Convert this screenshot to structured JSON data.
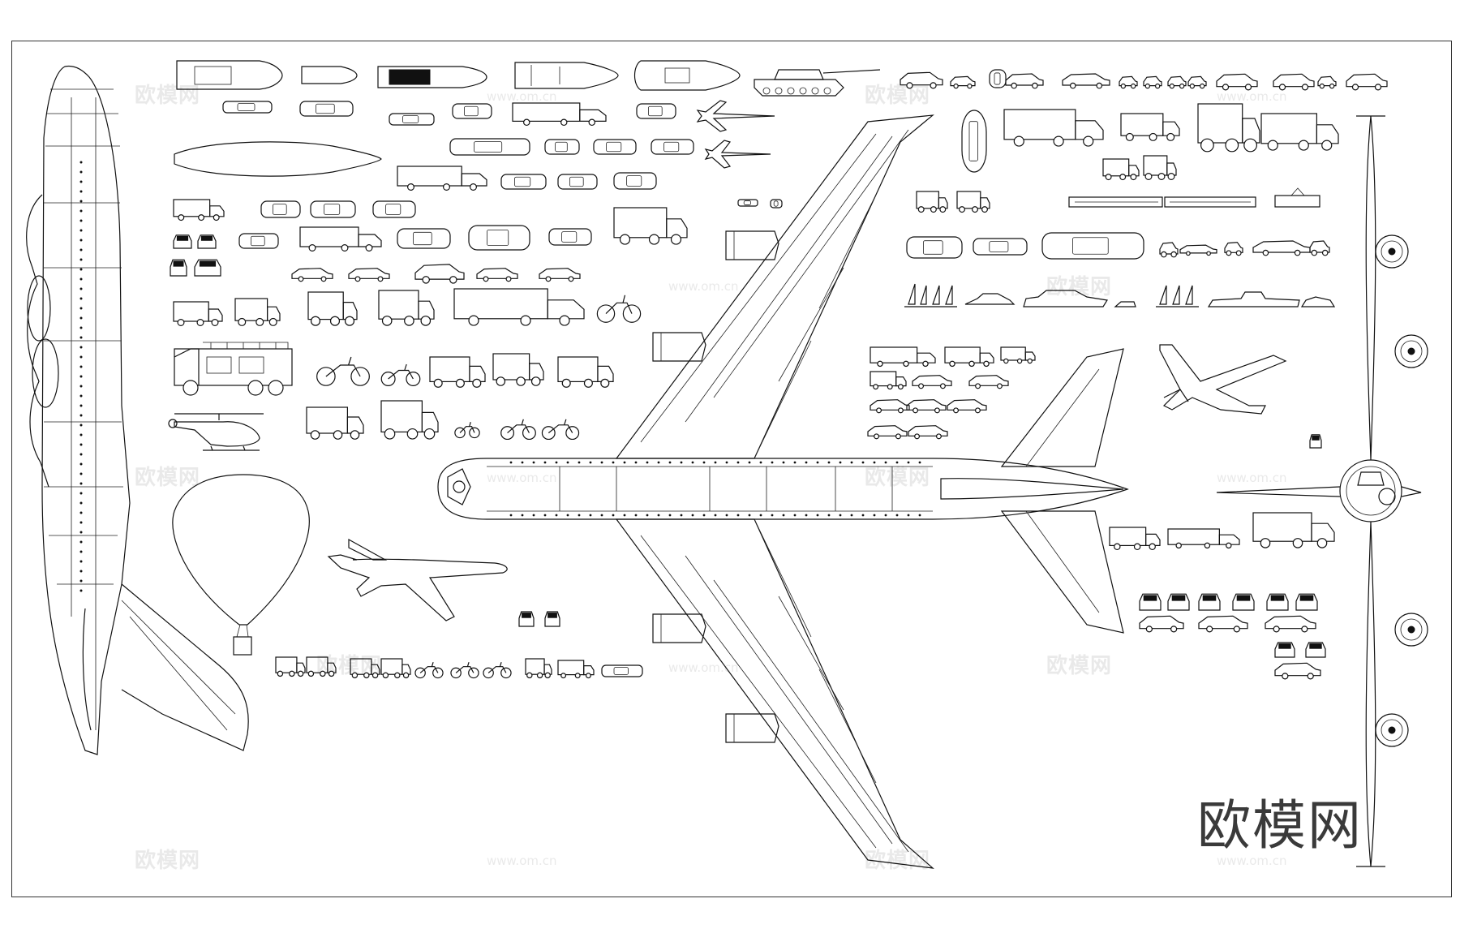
{
  "brand_logo_text": "欧模网",
  "watermark": {
    "logo_text": "欧模网",
    "url_text": "www.om.cn"
  },
  "colors": {
    "background": "#ffffff",
    "line": "#111111",
    "watermark": "#9a9a9a"
  },
  "icons": [
    "airplane-side-view-icon",
    "airplane-top-view-icon",
    "airplane-front-view-icon",
    "airplane-silhouette-icon",
    "light-aircraft-icon",
    "fighter-jet-icon",
    "helicopter-icon",
    "hot-air-balloon-icon",
    "tank-icon",
    "speedboat-icon",
    "yacht-icon",
    "sailboat-icon",
    "cruise-ship-icon",
    "car-icon",
    "truck-icon",
    "bus-icon",
    "ambulance-icon",
    "fire-truck-icon",
    "excavator-icon",
    "wheel-loader-icon",
    "dump-truck-icon",
    "concrete-mixer-icon",
    "tow-truck-icon",
    "forklift-icon",
    "tractor-icon",
    "train-icon",
    "tram-icon",
    "motorcycle-icon",
    "scooter-icon",
    "bicycle-icon",
    "kick-scooter-icon",
    "caravan-trailer-icon",
    "golf-cart-icon"
  ]
}
